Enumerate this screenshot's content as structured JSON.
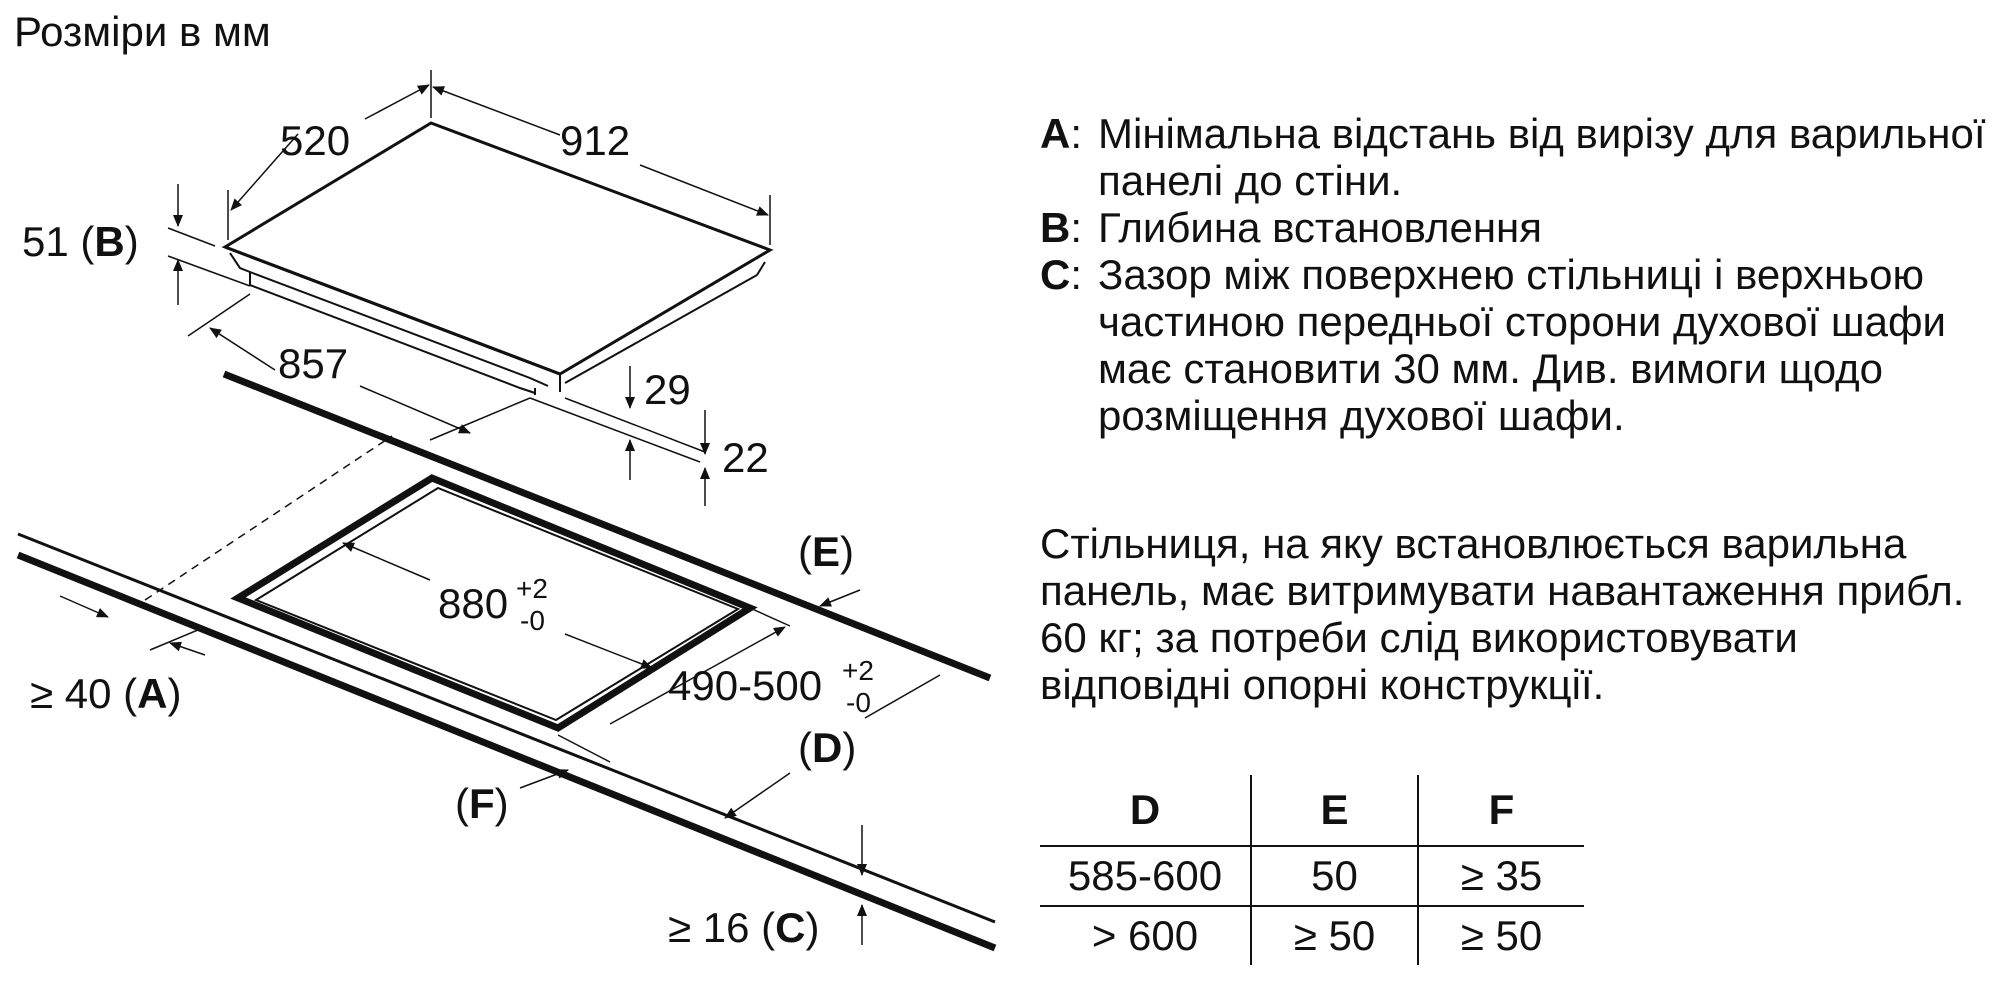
{
  "title": "Розміри в мм",
  "dims": {
    "hob_depth": "520",
    "hob_width": "912",
    "b_value": "51 (",
    "b_key": "B",
    "b_close": ")",
    "inner_width": "857",
    "frame_height": "29",
    "total_height": "22",
    "cutout_width": "880",
    "cutout_width_tol_plus": "+2",
    "cutout_width_tol_minus": "-0",
    "cutout_depth": "490-500",
    "cutout_depth_tol_plus": "+2",
    "cutout_depth_tol_minus": "-0",
    "e_open": "(",
    "e_key": "E",
    "e_close": ")",
    "d_open": "(",
    "d_key": "D",
    "d_close": ")",
    "f_open": "(",
    "f_key": "F",
    "f_close": ")",
    "a_value": "≥ 40 (",
    "a_key": "A",
    "a_close": ")",
    "c_value": "≥ 16 (",
    "c_key": "C",
    "c_close": ")"
  },
  "legend": [
    {
      "key": "A",
      "text": "Мінімальна відстань від вирізу для варильної панелі до стіни."
    },
    {
      "key": "B",
      "text": "Глибина встановлення"
    },
    {
      "key": "C",
      "text": "Зазор між поверхнею стільниці і верхньою частиною передньої сторони духової шафи має становити 30 мм. Див. вимоги щодо розміщення духової шафи."
    }
  ],
  "note": "Стільниця, на яку встановлюється варильна панель, має витримувати навантаження прибл. 60 кг; за потреби слід використовувати відповідні опорні конструкції.",
  "table": {
    "headers": [
      "D",
      "E",
      "F"
    ],
    "rows": [
      [
        "585-600",
        "50",
        "≥ 35"
      ],
      [
        "> 600",
        "≥ 50",
        "≥ 50"
      ]
    ]
  }
}
